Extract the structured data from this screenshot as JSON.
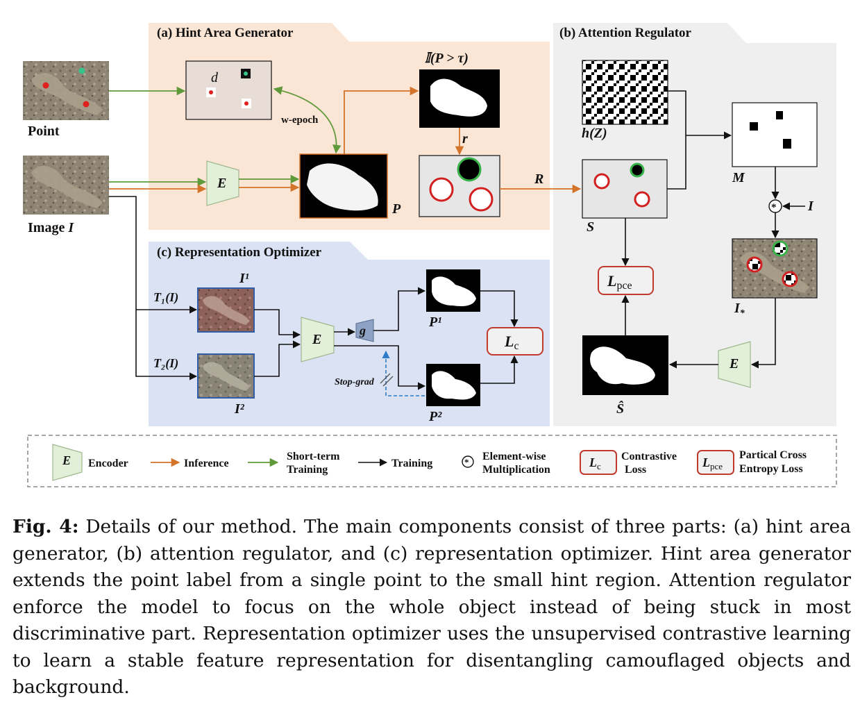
{
  "figure": {
    "panels": {
      "a": "(a) Hint Area Generator",
      "b": "(b) Attention Regulator",
      "c": "(c) Representation Optimizer"
    },
    "inputs": {
      "point": "Point",
      "image": "Image I"
    },
    "labels": {
      "d": "d",
      "w_epoch": "w-epoch",
      "encoder": "E",
      "P": "P",
      "threshold": "𝕀(P > τ)",
      "r": "r",
      "R": "R",
      "hZ": "h(Z)",
      "M": "M",
      "S": "S",
      "I_side": "I",
      "I_star": "I*",
      "S_hat": "Ŝ",
      "L_pce_main": "L",
      "L_pce_sub": "pce",
      "I1": "I¹",
      "I2": "I²",
      "T1": "T₁(I)",
      "T2": "T₂(I)",
      "g": "g",
      "P1": "P¹",
      "P2": "P²",
      "L_c_main": "L",
      "L_c_sub": "c",
      "stop_grad": "Stop-grad"
    },
    "legend": {
      "encoder": "Encoder",
      "inference": "Inference",
      "short_term_1": "Short-term",
      "short_term_2": "Training",
      "training": "Training",
      "elementwise_1": "Element-wise",
      "elementwise_2": "Multiplication",
      "contrastive_1": "Contrastive",
      "contrastive_2": "Loss",
      "pce_1": "Partical Cross",
      "pce_2": "Entropy Loss"
    },
    "colors": {
      "panel_a": "#fbe5d5",
      "panel_b": "#efefef",
      "panel_c": "#dae2f3",
      "inference_arrow": "#d4732a",
      "short_term_arrow": "#5f9a3a",
      "training_arrow": "#111111",
      "stop_grad_arrow": "#2b7bc8",
      "loss_border": "#c0392b",
      "encoder_fill": "#e2f0d9"
    }
  },
  "caption": {
    "label": "Fig. 4:",
    "text": "Details of our method. The main components consist of three parts: (a) hint area generator, (b) attention regulator, and (c) representation optimizer. Hint area generator extends the point label from a single point to the small hint region. Attention regulator enforce the model to focus on the whole object instead of being stuck in most discriminative part. Representation optimizer uses the unsupervised contrastive learning to learn a stable feature representation for disentangling camouflaged objects and background."
  }
}
